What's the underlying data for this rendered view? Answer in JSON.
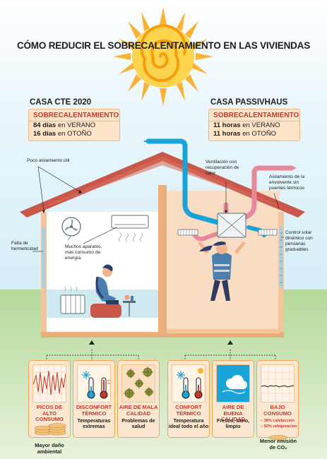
{
  "title": "CÓMO REDUCIR EL SOBRECALENTAMIENTO EN LAS VIVIENDAS",
  "left_house": {
    "name": "CASA CTE 2020",
    "box_header": "SOBRECALENTAMIENTO",
    "line1_value": "84 días",
    "line1_rest": "en VERANO",
    "line2_value": "16 días",
    "line2_rest": "en OTOÑO",
    "notes": {
      "insulation": "Poco aislamiento útil",
      "airtightness": "Falta de hermeticidad",
      "appliances": "Muchos aparatos, más consumo de energía"
    },
    "cards": [
      {
        "title": "PICOS DE ALTO CONSUMO",
        "subtitle": ""
      },
      {
        "title": "DISCONFORT TÉRMICO",
        "subtitle": "Temperaturas extremas"
      },
      {
        "title": "AIRE DE MALA CALIDAD",
        "subtitle": "Problemas de salud"
      }
    ],
    "footer": "Mayor daño ambiental"
  },
  "right_house": {
    "name": "CASA PASSIVHAUS",
    "box_header": "SOBRECALENTAMIENTO",
    "line1_value": "11 horas",
    "line1_rest": "en VERANO",
    "line2_value": "11 horas",
    "line2_rest": "en OTOÑO",
    "notes": {
      "ventilation": "Ventilación con recuperación de calor",
      "envelope": "Aislamiento de la envolvente sin puentes térmicos",
      "solar": "Control solar dinámico con persianas graduables"
    },
    "cards": [
      {
        "title": "CONFORT TÉRMICO",
        "subtitle": "Temperatura ideal todo el año"
      },
      {
        "title": "AIRE DE BUENA CALIDAD",
        "subtitle": "Fresco, sano, limpio"
      },
      {
        "title": "BAJO CONSUMO",
        "subtitle": "",
        "detail1": "– 38% calefacción",
        "detail2": "– 52% refrigeración"
      }
    ],
    "footer_line1": "Menor emisión",
    "footer_line2": "de CO₂"
  },
  "icons": [
    "sun-icon",
    "fan-icon",
    "air-conditioner-icon",
    "radiator-icon",
    "ventilation-unit-icon",
    "thermometer-icon",
    "cloud-icon",
    "coins-icon"
  ],
  "colors": {
    "sky": "#dff2fa",
    "grass": "#a9d18e",
    "roof": "#c9574a",
    "wall": "#f3c49b",
    "duct_blue": "#1aa3d9",
    "duct_pink": "#e7889b",
    "accent_red": "#c0392b",
    "card_bg": "#fbe7cf",
    "sun": "#f9b233"
  }
}
